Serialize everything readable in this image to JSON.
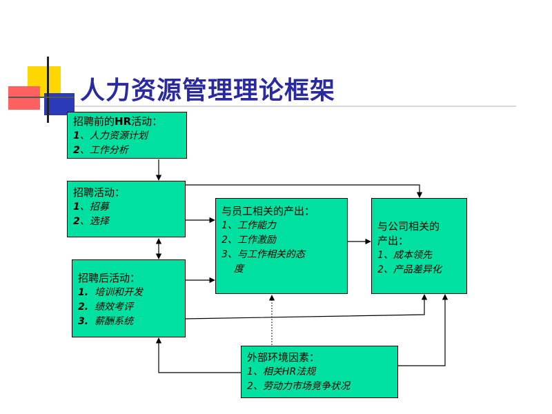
{
  "title": "人力资源管理理论框架",
  "boxes": {
    "pre_hiring": {
      "heading": [
        "招聘前的",
        "HR",
        "活动："
      ],
      "items": [
        {
          "num": "1",
          "sep": "、",
          "text": "人力资源计划"
        },
        {
          "num": "2",
          "sep": "、",
          "text": "工作分析"
        }
      ]
    },
    "hiring": {
      "heading": "招聘活动：",
      "items": [
        {
          "num": "1",
          "sep": "、",
          "text": "招募"
        },
        {
          "num": "2",
          "sep": "、",
          "text": "选择"
        }
      ]
    },
    "post_hiring": {
      "heading": "招聘后活动：",
      "items": [
        {
          "num": "1.",
          "sep": "",
          "text": "培训和开发"
        },
        {
          "num": "2.",
          "sep": "",
          "text": "绩效考评"
        },
        {
          "num": "3.",
          "sep": "",
          "text": "薪酬系统"
        }
      ]
    },
    "employee_outputs": {
      "heading": "与员工相关的产出：",
      "items": [
        {
          "num": "1",
          "sep": "、",
          "text": "工作能力"
        },
        {
          "num": "2",
          "sep": "、",
          "text": "工作激励"
        },
        {
          "num": "3",
          "sep": "、",
          "text": "与工作相关的态"
        }
      ],
      "continuation": "度"
    },
    "company_outputs": {
      "heading_lines": [
        "与公司相关的",
        "产出："
      ],
      "items": [
        {
          "num": "1",
          "sep": "、",
          "text": "成本领先"
        },
        {
          "num": "2",
          "sep": "、",
          "text": "产品差异化"
        }
      ]
    },
    "external": {
      "heading": "外部环境因素：",
      "items": [
        {
          "num": "1",
          "sep": "、",
          "text": "相关HR法规"
        },
        {
          "num": "2",
          "sep": "、",
          "text": "劳动力市场竞争状况"
        }
      ]
    }
  },
  "colors": {
    "box_fill": "#00e0a0",
    "title": "#2a2aa0",
    "deco_yellow": "#ffd700",
    "deco_red": "#ff6060",
    "deco_blue": "#2a3ab8"
  }
}
